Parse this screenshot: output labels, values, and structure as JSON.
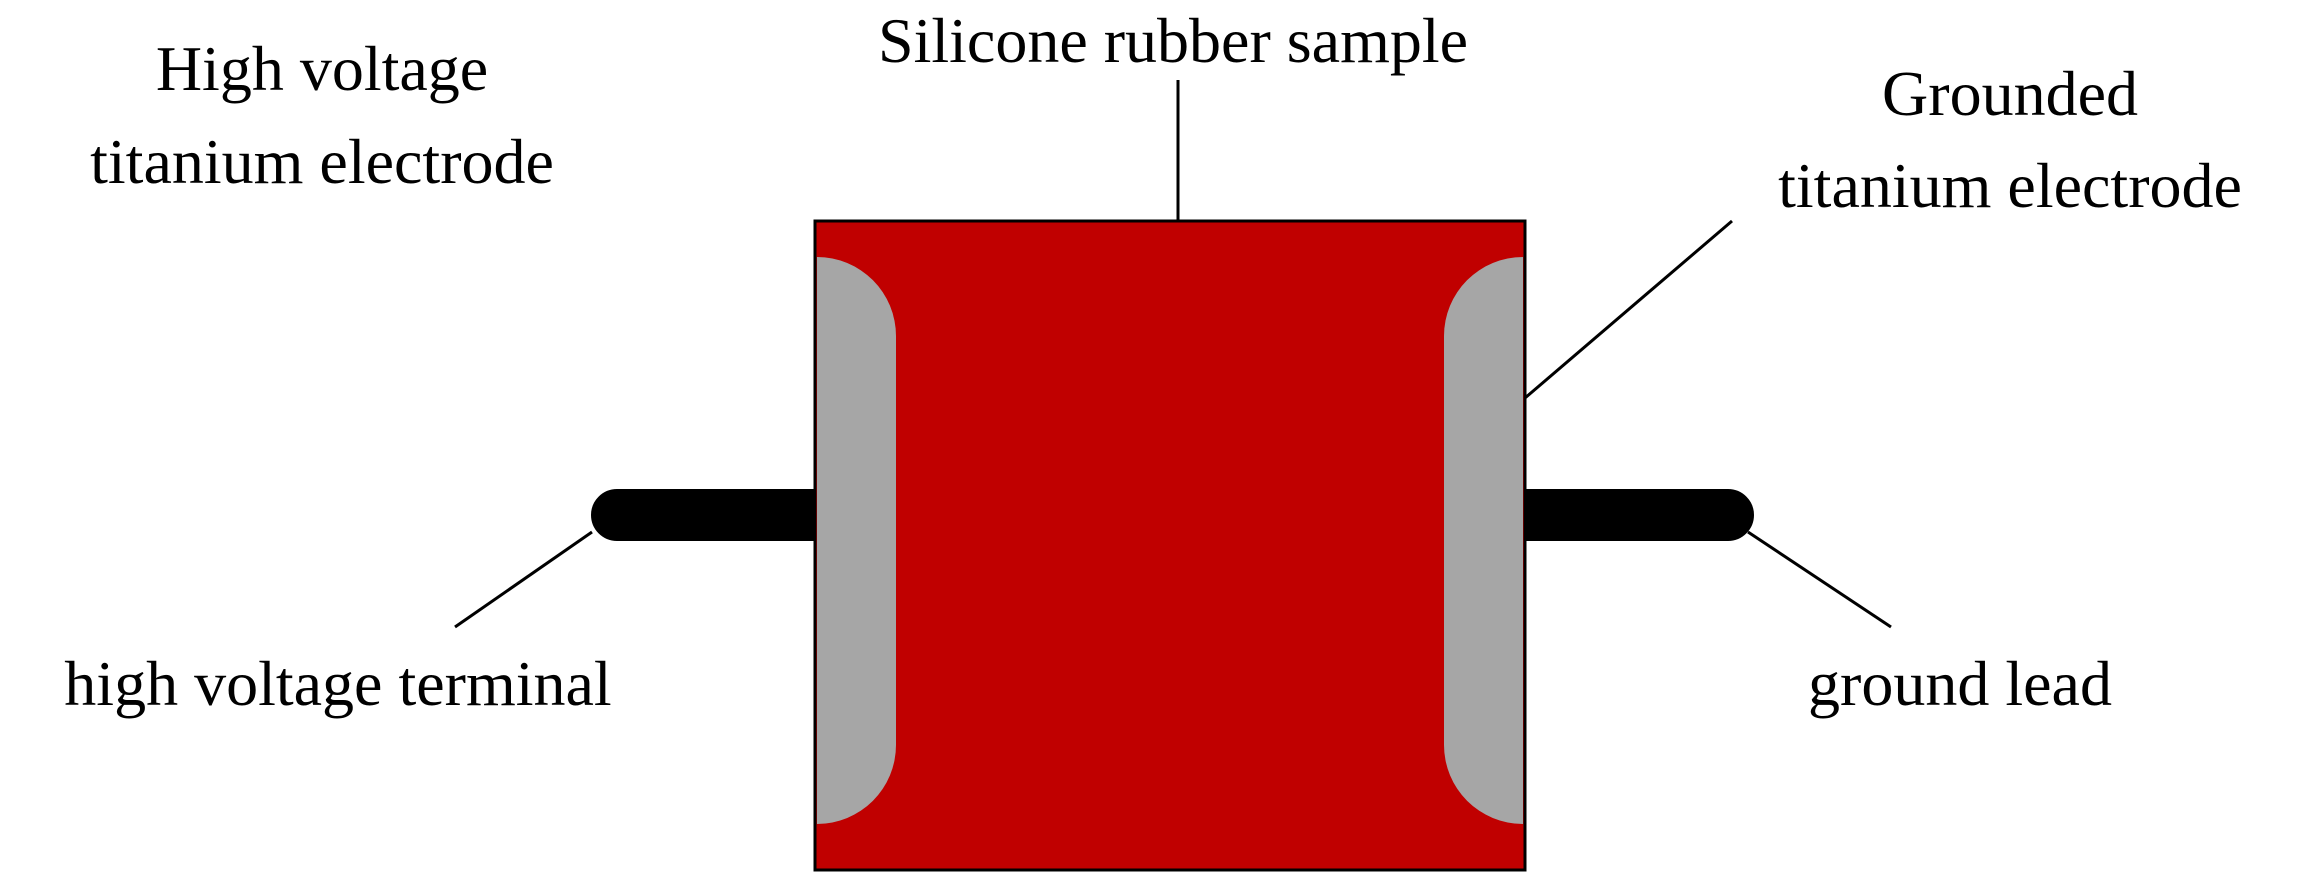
{
  "labels": {
    "hv_electrode_line1": "High voltage",
    "hv_electrode_line2": "titanium electrode",
    "sample": "Silicone rubber sample",
    "ground_electrode_line1": "Grounded",
    "ground_electrode_line2": "titanium electrode",
    "hv_terminal": "high voltage terminal",
    "ground_lead": "ground lead"
  },
  "colors": {
    "sample_fill": "#c00000",
    "electrode_fill": "#a6a6a6",
    "terminal_fill": "#000000",
    "leader_line": "#000000",
    "text": "#000000",
    "background": "#ffffff"
  }
}
